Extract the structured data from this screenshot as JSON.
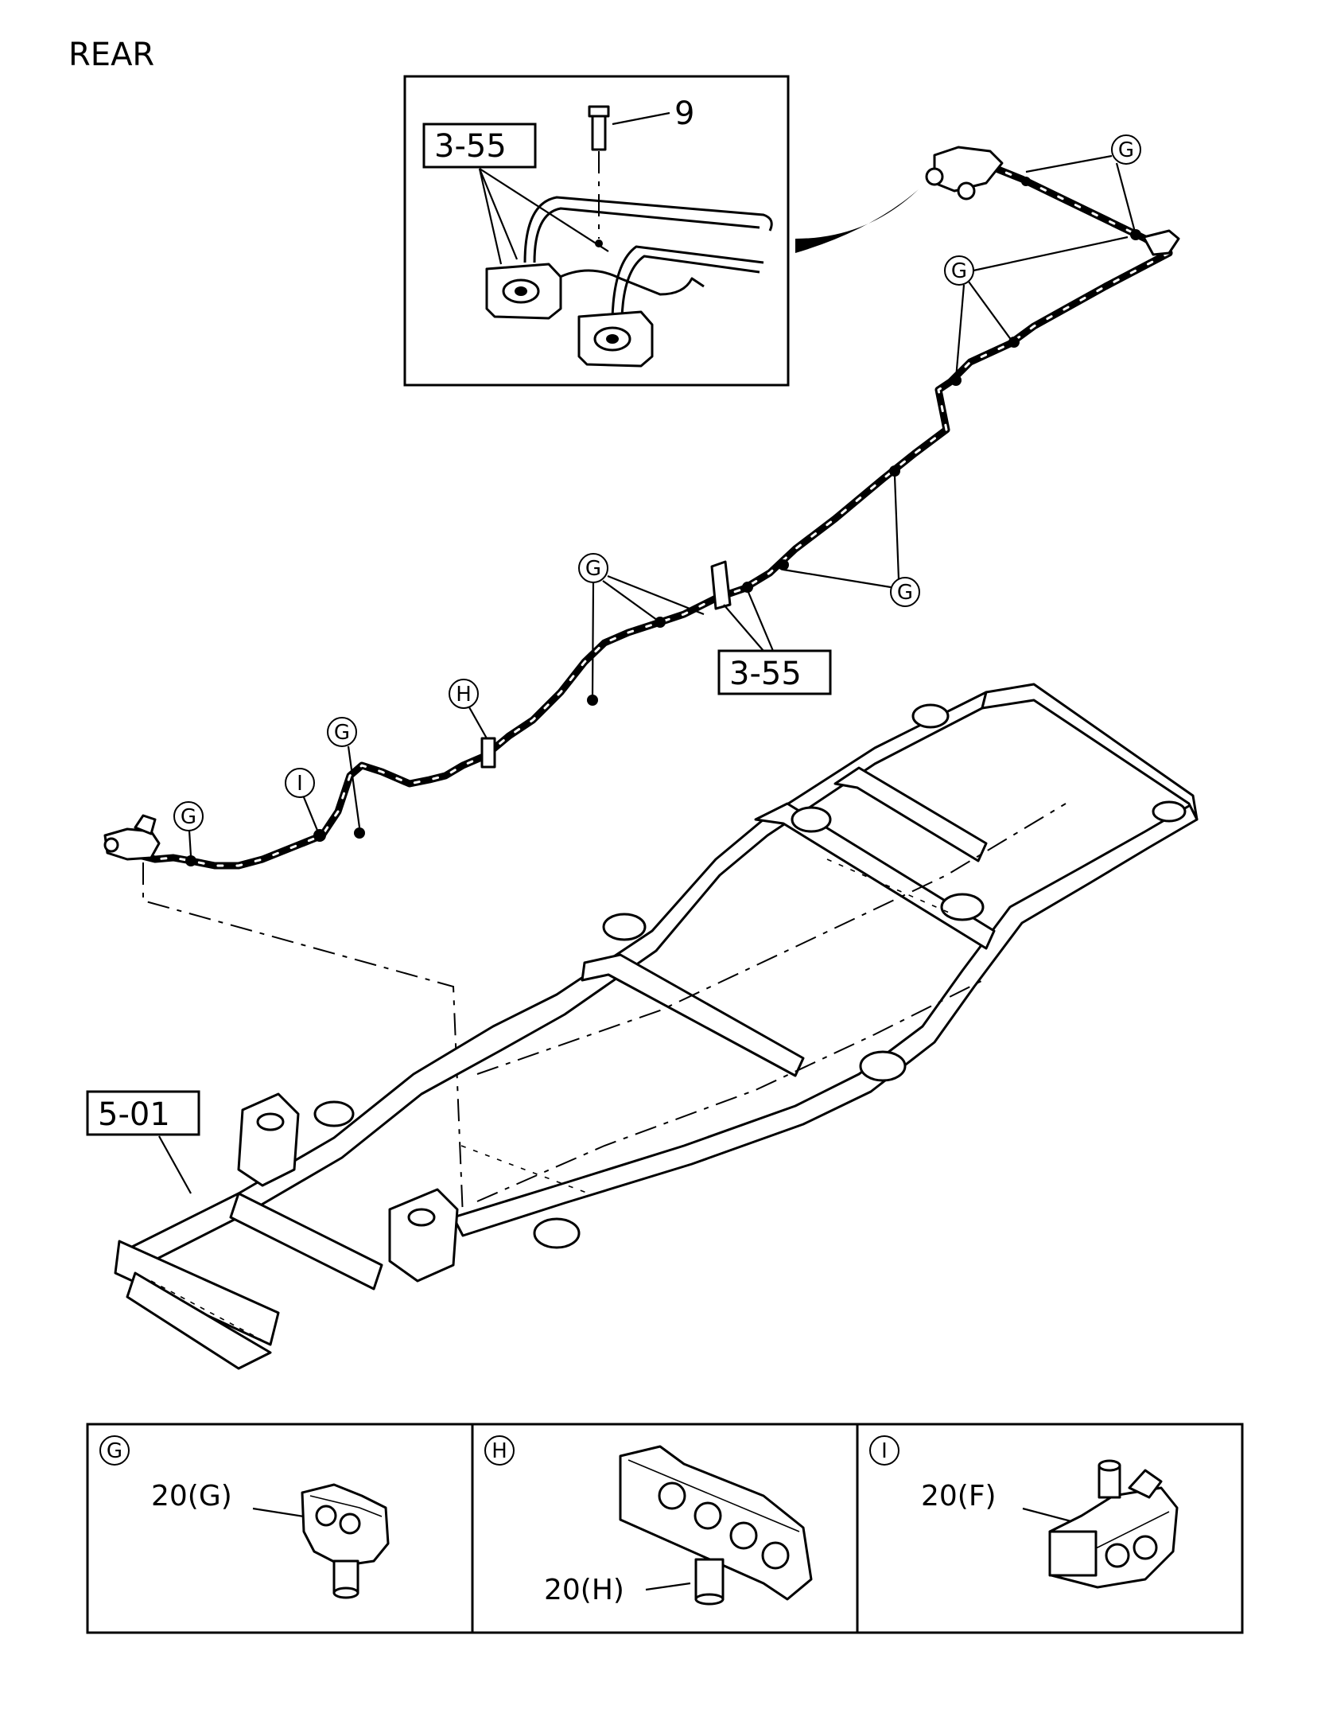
{
  "header": {
    "direction": "REAR"
  },
  "callouts": {
    "inset_part_ref": "3-55",
    "bolt_number": "9",
    "line_part_ref": "3-55",
    "frame_part_ref": "5-01"
  },
  "clip_letters": {
    "g": "G",
    "h": "H",
    "i": "I"
  },
  "detail_panels": [
    {
      "letter": "G",
      "part": "20(G)"
    },
    {
      "letter": "H",
      "part": "20(H)"
    },
    {
      "letter": "I",
      "part": "20(F)"
    }
  ]
}
